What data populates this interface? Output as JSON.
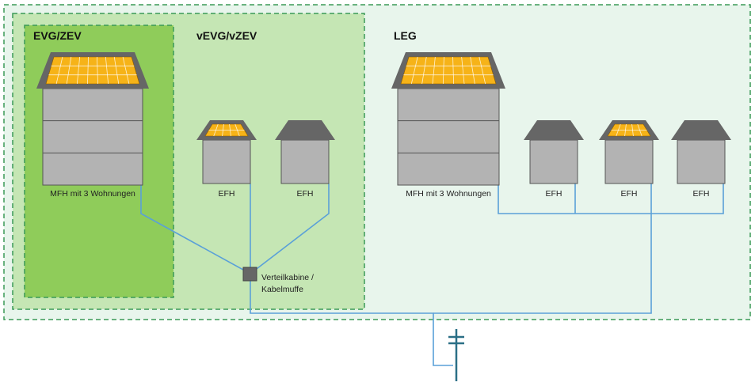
{
  "zones": {
    "evg": {
      "label": "EVG/ZEV"
    },
    "vevg": {
      "label": "vEVG/vZEV"
    },
    "leg": {
      "label": "LEG"
    }
  },
  "buildings": {
    "mfh_left": {
      "label": "MFH mit 3 Wohnungen",
      "solar": true
    },
    "efh_1": {
      "label": "EFH",
      "solar": true
    },
    "efh_2": {
      "label": "EFH",
      "solar": false
    },
    "mfh_right": {
      "label": "MFH mit 3 Wohnungen",
      "solar": true
    },
    "efh_3": {
      "label": "EFH",
      "solar": false
    },
    "efh_4": {
      "label": "EFH",
      "solar": true
    },
    "efh_5": {
      "label": "EFH",
      "solar": false
    }
  },
  "cabinet": {
    "line1": "Verteilkabine /",
    "line2": "Kabelmuffe"
  },
  "colors": {
    "outer_fill": "#e8f5ec",
    "vevg_fill": "#c5e6b4",
    "evg_fill": "#8fcc5a",
    "border": "#3a9a57",
    "wall": "#b3b3b3",
    "roof": "#666666",
    "solar": "#f6b318",
    "line": "#5aa0d8",
    "pole": "#2a6f86"
  }
}
